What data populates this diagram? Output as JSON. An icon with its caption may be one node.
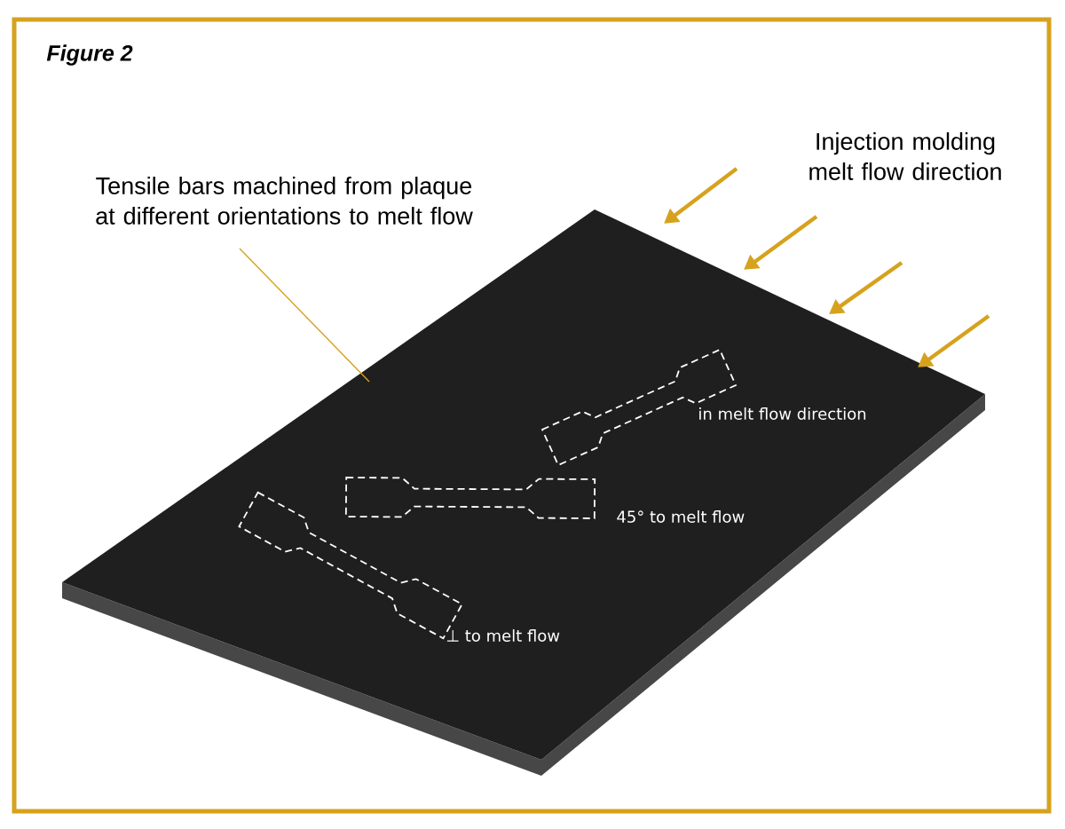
{
  "diagram": {
    "title": "Figure 2",
    "nodes": [
      {
        "text": [
          "Tensile bars machined from plaque at different orientations to melt flow"
        ]
      },
      {
        "text": [],
        "shape": "box"
      },
      {
        "text": [],
        "shape": "bar",
        "in": 1,
        "beside": [
          "in melt flow direction"
        ]
      },
      {
        "text": [],
        "shape": "bar",
        "in": 1,
        "beside": [
          "45° to melt flow"
        ]
      },
      {
        "text": [],
        "shape": "bar",
        "in": 1,
        "beside": [
          "⊥ to melt flow"
        ]
      }
    ],
    "edges": [
      {
        "from": 0,
        "to": 1,
        "arrow": "none"
      }
    ],
    "labels": [
      "Injection molding melt flow direction"
    ]
  }
}
